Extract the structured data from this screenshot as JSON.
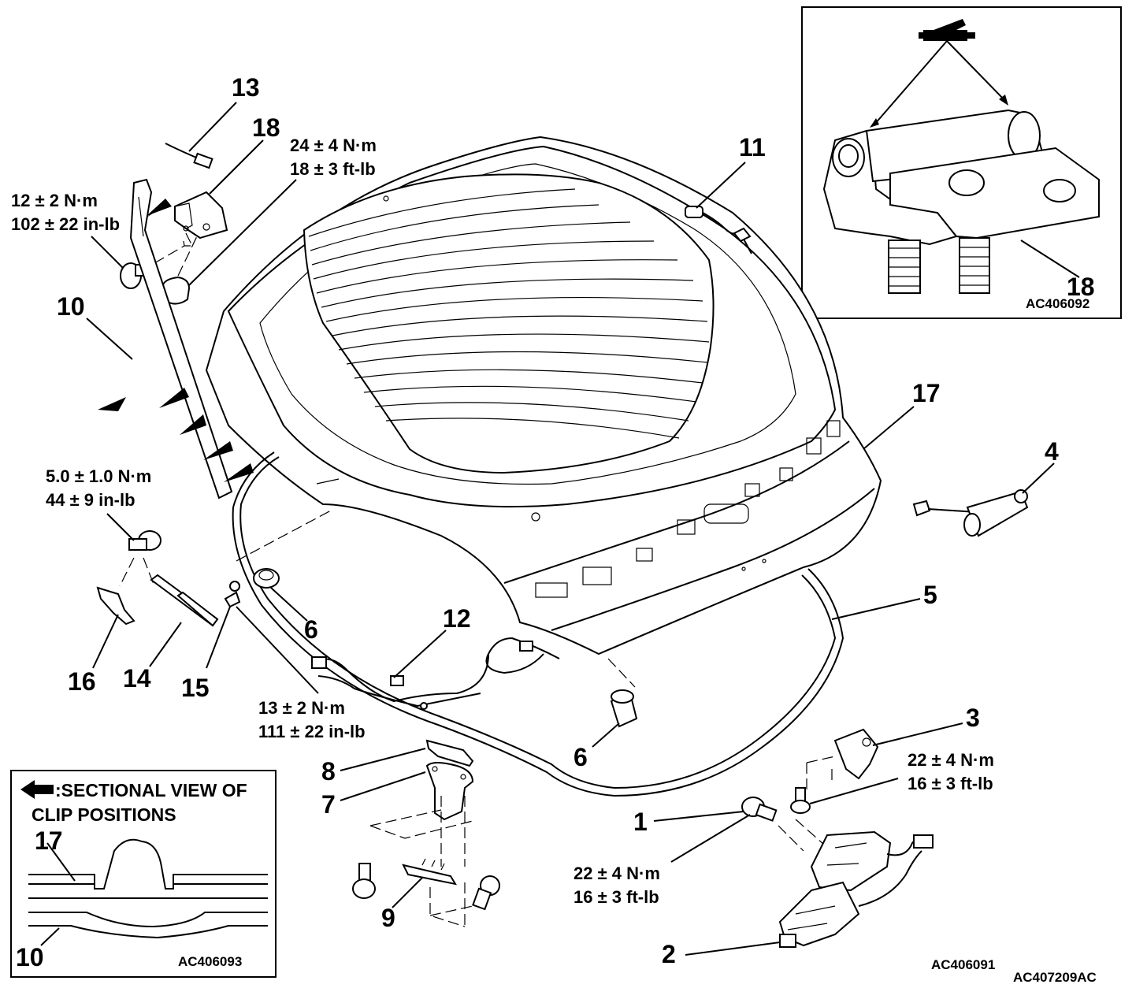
{
  "labels": {
    "n1": "1",
    "n2": "2",
    "n3": "3",
    "n4": "4",
    "n5": "5",
    "n6a": "6",
    "n6b": "6",
    "n7": "7",
    "n8": "8",
    "n9": "9",
    "n10a": "10",
    "n10b": "10",
    "n11": "11",
    "n12": "12",
    "n13": "13",
    "n14": "14",
    "n15": "15",
    "n16": "16",
    "n17a": "17",
    "n17b": "17",
    "n18a": "18",
    "n18b": "18"
  },
  "torques": {
    "t_hinge_bolt": [
      "12 ± 2 N·m",
      "102 ± 22 in-lb"
    ],
    "t_hinge_nut": [
      "24 ± 4 N·m",
      "18 ± 3 ft-lb"
    ],
    "t_strut_upper": [
      "5.0 ± 1.0 N·m",
      "44 ± 9 in-lb"
    ],
    "t_strut_lower": [
      "13 ± 2 N·m",
      "111 ± 22 in-lb"
    ],
    "t_striker": [
      "22 ± 4 N·m",
      "16 ± 3 ft-lb"
    ],
    "t_latch": [
      "22 ± 4 N·m",
      "16 ± 3 ft-lb"
    ]
  },
  "codes": {
    "inset_hinge": "AC406092",
    "inset_clip": "AC406093",
    "main": "AC406091",
    "figure": "AC407209AC"
  },
  "legend": {
    "line1": ":SECTIONAL VIEW OF",
    "line2": "CLIP POSITIONS"
  },
  "icons": [
    "grease-gun-icon",
    "arrow-left-icon"
  ]
}
